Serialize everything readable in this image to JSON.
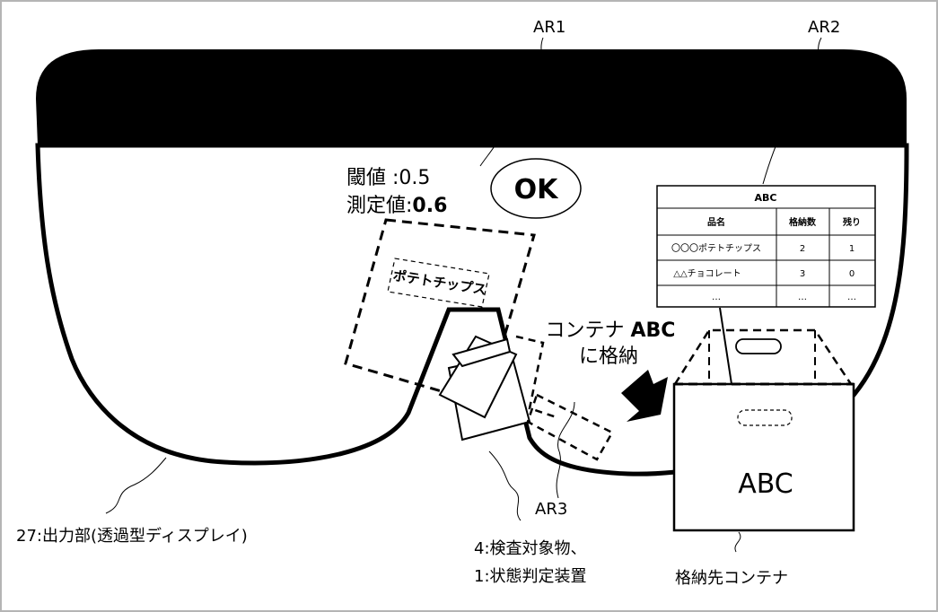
{
  "callouts": {
    "ar1": "AR1",
    "ar2": "AR2",
    "ar3": "AR3",
    "output_unit": "27:出力部(透過型ディスプレイ)",
    "inspected_line1": "4:検査対象物、",
    "inspected_line2": "1:状態判定装置",
    "storage_container": "格納先コンテナ"
  },
  "judgement": {
    "threshold_label": "閾値 :",
    "threshold_value": "0.5",
    "measured_label": "測定値:",
    "measured_value": "0.6",
    "result": "OK"
  },
  "product_tag": "ポテトチップス",
  "instruction": {
    "line1_prefix": "コンテナ ",
    "line1_name": "ABC",
    "line2": "に格納"
  },
  "container_label": "ABC",
  "table": {
    "title": "ABC",
    "headers": [
      "品名",
      "格納数",
      "残り"
    ],
    "rows": [
      [
        "〇〇〇ポテトチップス",
        "2",
        "1"
      ],
      [
        "△△チョコレート",
        "3",
        "0"
      ],
      [
        "…",
        "…",
        "…"
      ]
    ]
  }
}
